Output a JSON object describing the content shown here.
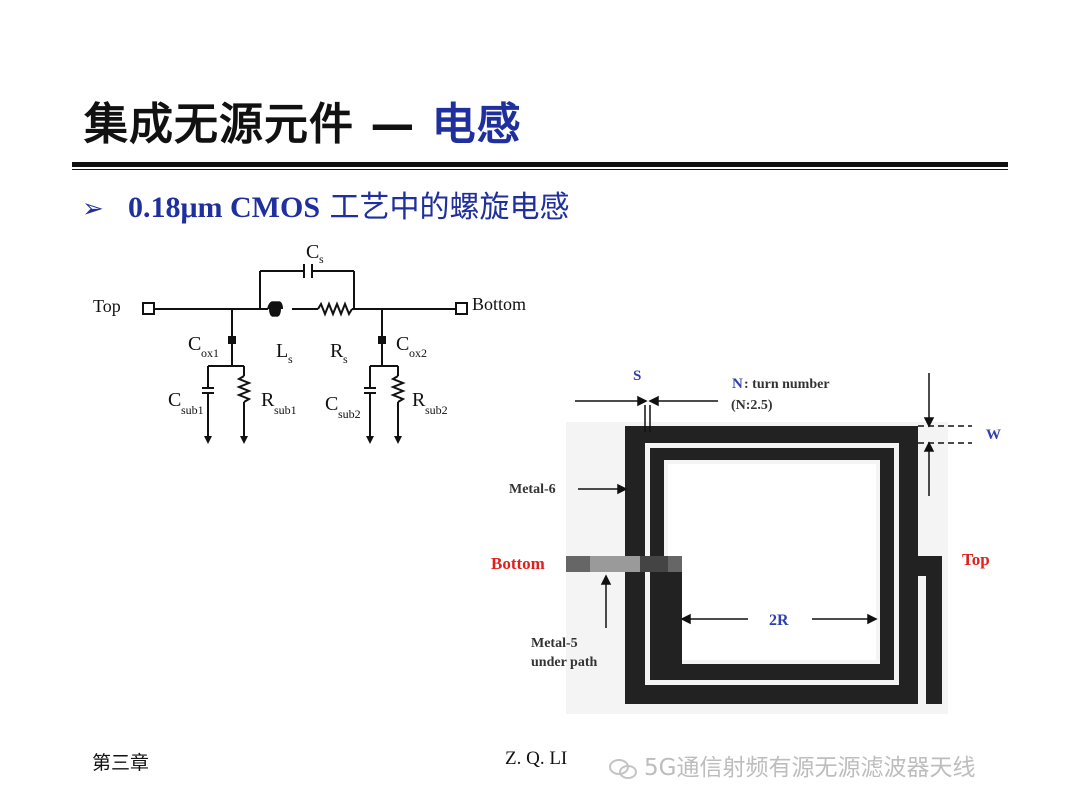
{
  "header": {
    "title_main": "集成无源元件 — ",
    "title_accent": "电感"
  },
  "bullet": {
    "marker": "➢",
    "text_latin": "0.18μm CMOS",
    "text_cn": " 工艺中的螺旋电感"
  },
  "circuit": {
    "labels": {
      "top": "Top",
      "bottom": "Bottom",
      "cs": "C",
      "cs_sub": "s",
      "ls": "L",
      "ls_sub": "s",
      "rs": "R",
      "rs_sub": "s",
      "cox1": "C",
      "cox1_sub": "ox1",
      "cox2": "C",
      "cox2_sub": "ox2",
      "csub1": "C",
      "csub1_sub": "sub1",
      "rsub1": "R",
      "rsub1_sub": "sub1",
      "csub2": "C",
      "csub2_sub": "sub2",
      "rsub2": "R",
      "rsub2_sub": "sub2"
    }
  },
  "layout_diagram": {
    "s_label": "S",
    "n_label": "N",
    "n_text": " : turn number",
    "n_value": "(N:2.5)",
    "w_label": "W",
    "metal6": "Metal-6",
    "bottom": "Bottom",
    "top": "Top",
    "two_r": "2R",
    "metal5_line1": "Metal-5",
    "metal5_line2": "under path",
    "colors": {
      "label_blue": "#2f3fb0",
      "label_red": "#e0201c",
      "metal": "#222222"
    }
  },
  "footer": {
    "chapter": "第三章",
    "author": "Z. Q. LI",
    "watermark": "5G通信射频有源无源滤波器天线"
  }
}
